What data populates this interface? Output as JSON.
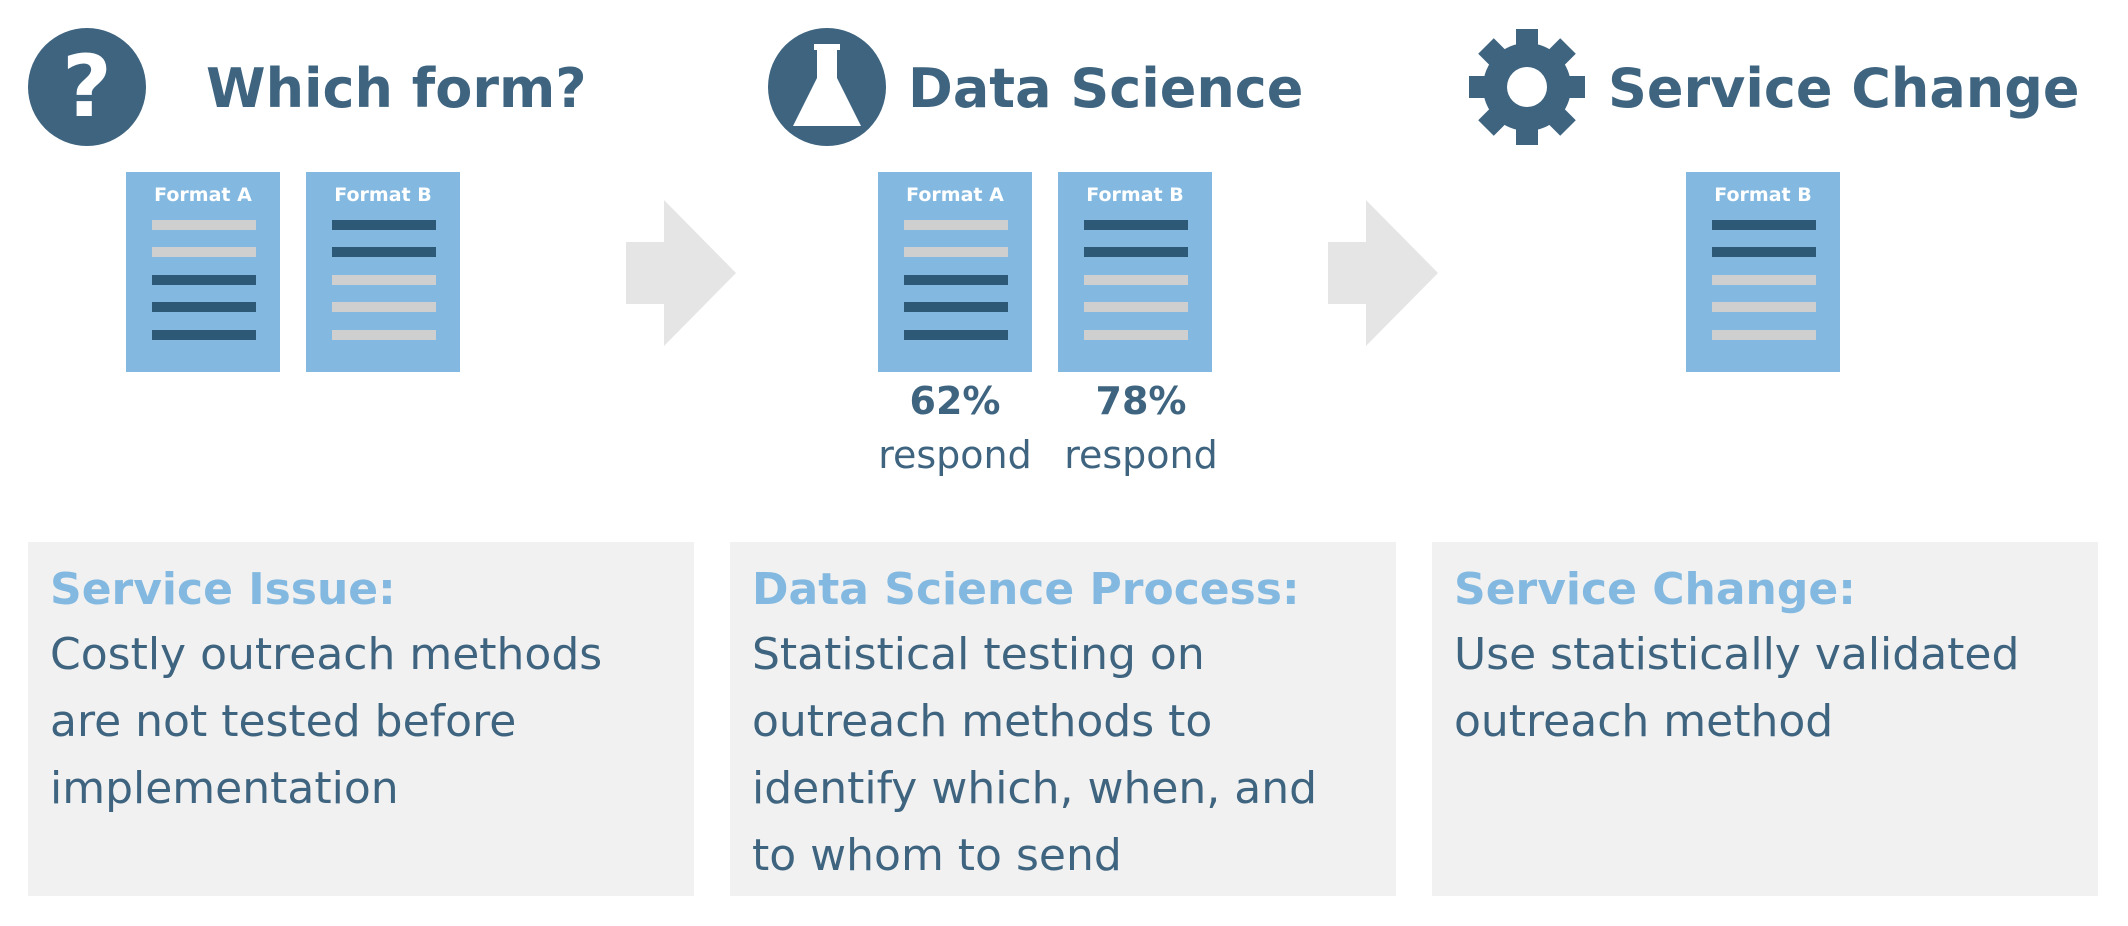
{
  "stages": [
    {
      "title": "Which form?",
      "icon": "question-icon"
    },
    {
      "title": "Data Science",
      "icon": "flask-icon"
    },
    {
      "title": "Service Change",
      "icon": "gear-icon"
    }
  ],
  "documents": {
    "format_a": "Format A",
    "format_b": "Format B"
  },
  "results": {
    "a": {
      "percent": "62%",
      "label": "respond"
    },
    "b": {
      "percent": "78%",
      "label": "respond"
    }
  },
  "boxes": [
    {
      "heading": "Service Issue:",
      "body_lines": [
        "Costly outreach methods",
        "are not tested before",
        "implementation"
      ]
    },
    {
      "heading": "Data Science Process:",
      "body_lines": [
        "Statistical testing on",
        "outreach methods to",
        "identify which, when, and",
        "to whom to send"
      ]
    },
    {
      "heading": "Service Change:",
      "body_lines": [
        "Use statistically validated",
        "outreach method"
      ]
    }
  ],
  "colors": {
    "dark_blue": "#3e6480",
    "light_blue": "#83b9e0",
    "box_gray": "#f1f1f1",
    "arrow_gray": "#e5e5e5"
  }
}
